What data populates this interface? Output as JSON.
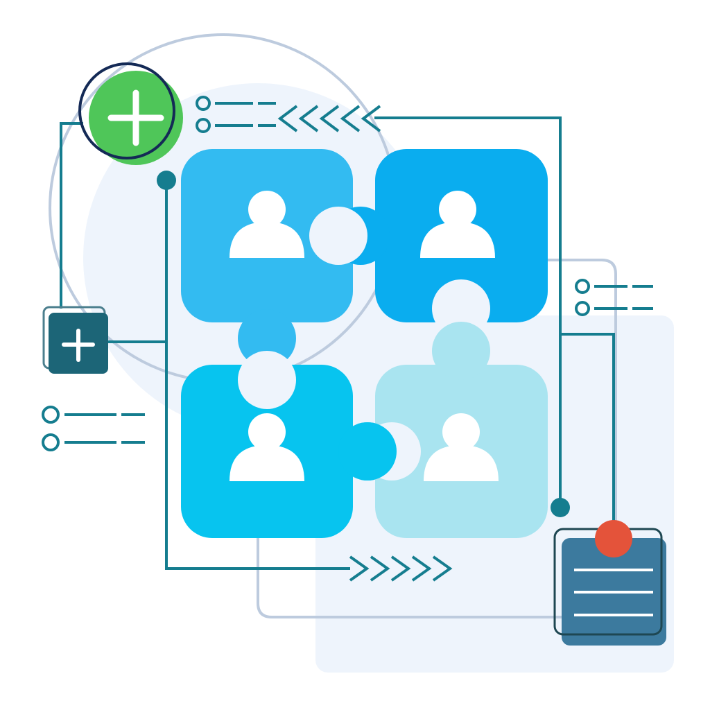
{
  "illustration": {
    "subject": "team-collaboration-puzzle",
    "icons": {
      "add_primary": "plus-circle-icon",
      "add_secondary": "plus-square-icon",
      "note": "notepad-icon",
      "member": "user-icon"
    },
    "puzzle_pieces": [
      {
        "name": "puzzle-piece-top-left",
        "color": "#33BBF1"
      },
      {
        "name": "puzzle-piece-top-right",
        "color": "#0AADEF"
      },
      {
        "name": "puzzle-piece-bottom-left",
        "color": "#07C4EF"
      },
      {
        "name": "puzzle-piece-bottom-right",
        "color": "#A9E4F0"
      }
    ],
    "colors": {
      "connector": "#157D8F",
      "outline": "#BDCBDE",
      "panel": "#EEF4FC",
      "add_primary": "#4FC659",
      "add_primary_ring": "#142A56",
      "add_secondary": "#1C6577",
      "note_body": "#3C7A9E",
      "note_pin": "#E4533A",
      "user": "#FFFFFF"
    }
  }
}
